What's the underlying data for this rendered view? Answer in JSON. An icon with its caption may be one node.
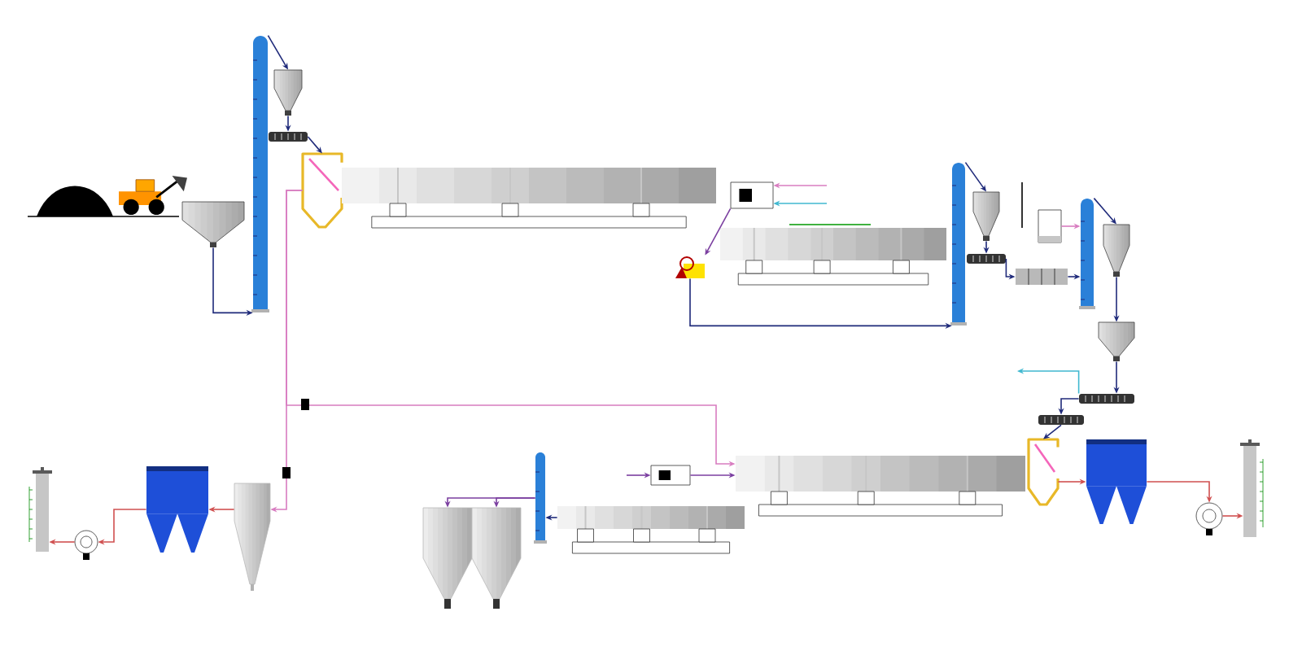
{
  "diagram": {
    "nodes": [
      {
        "text": [],
        "shape": "chimney"
      },
      {
        "text": [],
        "shape": "mound"
      },
      {
        "text": [],
        "shape": "fan"
      },
      {
        "text": [],
        "shape": "loader"
      },
      {
        "text": [],
        "shape": "filter"
      },
      {
        "text": [],
        "shape": "hopper"
      },
      {
        "text": [],
        "shape": "cyclone"
      },
      {
        "text": [],
        "shape": "elevator"
      },
      {
        "text": [],
        "shape": "hopper"
      },
      {
        "text": [],
        "shape": "conveyor"
      },
      {
        "text": [],
        "shape": "hood"
      },
      {
        "text": [],
        "shape": "silo"
      },
      {
        "text": [],
        "shape": "silo"
      },
      {
        "text": [],
        "shape": "cylinder"
      },
      {
        "text": [],
        "shape": "elevator"
      },
      {
        "text": [],
        "shape": "cylinder"
      },
      {
        "text": [],
        "shape": "burner"
      },
      {
        "text": [],
        "shape": "feeder"
      },
      {
        "text": [],
        "shape": "burner"
      },
      {
        "text": [],
        "shape": "cylinder"
      },
      {
        "text": [],
        "shape": "cylinder"
      },
      {
        "text": [],
        "shape": "elevator"
      },
      {
        "text": [],
        "shape": "hopper"
      },
      {
        "text": [],
        "shape": "conveyor"
      },
      {
        "text": [],
        "shape": "mixer"
      },
      {
        "text": [],
        "shape": "hood"
      },
      {
        "text": [],
        "shape": "box"
      },
      {
        "text": [],
        "shape": "conveyor"
      },
      {
        "text": [],
        "shape": "elevator"
      },
      {
        "text": [],
        "shape": "conveyor"
      },
      {
        "text": [],
        "shape": "hopper"
      },
      {
        "text": [],
        "shape": "hopper"
      },
      {
        "text": [],
        "shape": "filter"
      },
      {
        "text": [],
        "shape": "fan"
      },
      {
        "text": [],
        "shape": "chimney"
      }
    ],
    "edges": [
      {
        "from": 5,
        "to": 7,
        "arrow": "to"
      },
      {
        "from": 7,
        "to": 8,
        "arrow": "to"
      },
      {
        "from": 8,
        "to": 9,
        "arrow": "to"
      },
      {
        "from": 9,
        "to": 10,
        "arrow": "to"
      },
      {
        "from": 18,
        "to": 17,
        "arrow": "to",
        "color": "#7b3fa0"
      },
      {
        "from": 17,
        "to": 21,
        "arrow": "to"
      },
      {
        "from": 21,
        "to": 22,
        "arrow": "to"
      },
      {
        "from": 22,
        "to": 23,
        "arrow": "to"
      },
      {
        "from": 23,
        "to": 24,
        "arrow": "to"
      },
      {
        "from": 24,
        "to": 28,
        "arrow": "to"
      },
      {
        "from": 26,
        "to": 28,
        "arrow": "to",
        "color": "#d87cc0"
      },
      {
        "from": 28,
        "to": 30,
        "arrow": "to"
      },
      {
        "from": 30,
        "to": 31,
        "arrow": "to"
      },
      {
        "from": 31,
        "to": 29,
        "arrow": "to"
      },
      {
        "from": 29,
        "to": 27,
        "arrow": "to"
      },
      {
        "from": 27,
        "to": 25,
        "arrow": "to"
      },
      {
        "from": 25,
        "to": 32,
        "arrow": "to",
        "color": "#d05050"
      },
      {
        "from": 32,
        "to": 33,
        "arrow": "to",
        "color": "#d05050"
      },
      {
        "from": 33,
        "to": 34,
        "arrow": "to",
        "color": "#d05050"
      },
      {
        "from": 10,
        "to": 6,
        "arrow": "to",
        "color": "#d87cc0"
      },
      {
        "from": 10,
        "to": 20,
        "arrow": "to",
        "color": "#d87cc0"
      },
      {
        "from": 6,
        "to": 4,
        "arrow": "to",
        "color": "#d05050"
      },
      {
        "from": 4,
        "to": 2,
        "arrow": "to",
        "color": "#d05050"
      },
      {
        "from": 2,
        "to": 0,
        "arrow": "to",
        "color": "#d05050"
      },
      {
        "from": null,
        "to": 16,
        "arrow": "to",
        "color": "#7b3fa0"
      },
      {
        "from": 16,
        "to": 20,
        "arrow": "to",
        "color": "#7b3fa0"
      },
      {
        "from": 15,
        "to": 14,
        "arrow": "to"
      },
      {
        "from": 14,
        "to": 11,
        "arrow": "to",
        "color": "#7b3fa0"
      },
      {
        "from": 14,
        "to": 12,
        "arrow": "to",
        "color": "#7b3fa0"
      },
      {
        "from": null,
        "to": 18,
        "arrow": "to",
        "color": "#d87cc0"
      },
      {
        "from": null,
        "to": 18,
        "arrow": "to",
        "color": "#40b8d0"
      },
      {
        "from": 29,
        "to": null,
        "arrow": "to",
        "color": "#40b8d0"
      }
    ]
  }
}
